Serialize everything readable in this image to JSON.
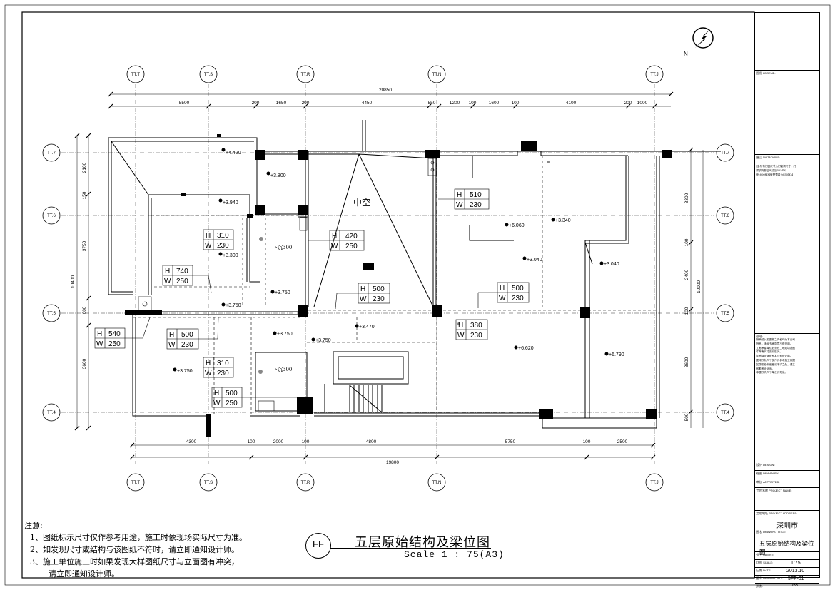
{
  "north_label": "N",
  "dimensions": {
    "top_total": "20850",
    "top_segments": [
      "5500",
      "200",
      "1650",
      "200",
      "4450",
      "550",
      "1200",
      "100",
      "1600",
      "100",
      "4100",
      "200",
      "1000"
    ],
    "bottom_total": "19800",
    "bottom_segments": [
      "4300",
      "100",
      "2000",
      "100",
      "4800",
      "5750",
      "100",
      "2500"
    ],
    "left_total": "10400",
    "left_segments": [
      "2100",
      "150",
      "3750",
      "600",
      "3600"
    ],
    "right_total": "10000",
    "right_segments": [
      "3300",
      "100",
      "2400",
      "100",
      "3600",
      "500"
    ]
  },
  "axis_labels": {
    "top": [
      "TT.T",
      "TT.S",
      "TT.R",
      "TT.N",
      "TT.J"
    ],
    "bottom": [
      "TT.T",
      "TT.S",
      "TT.R",
      "TT.N",
      "TT.J"
    ],
    "left": [
      "TT.7",
      "TT.6",
      "TT.5",
      "TT.4"
    ],
    "right": [
      "TT.7",
      "TT.6",
      "TT.5",
      "TT.4"
    ]
  },
  "room_label": "中空",
  "beams": [
    {
      "h": "310",
      "w": "230"
    },
    {
      "h": "740",
      "w": "250"
    },
    {
      "h": "420",
      "w": "250"
    },
    {
      "h": "510",
      "w": "230"
    },
    {
      "h": "500",
      "w": "230"
    },
    {
      "h": "500",
      "w": "230"
    },
    {
      "h": "540",
      "w": "250"
    },
    {
      "h": "500",
      "w": "230"
    },
    {
      "h": "380",
      "w": "230"
    },
    {
      "h": "310",
      "w": "230"
    },
    {
      "h": "500",
      "w": "250"
    }
  ],
  "elevations": [
    "+4.420",
    "+3.800",
    "+3.940",
    "+3.300",
    "+3.750",
    "+3.750",
    "+3.750",
    "+3.750",
    "+3.470",
    "+3.750",
    "+6.060",
    "+3.340",
    "+3.040",
    "+3.040",
    "+6.620",
    "+6.790"
  ],
  "elevation_prefix": "H",
  "width_prefix": "W",
  "drop_notes": [
    "下沉300",
    "下沉300"
  ],
  "notes": {
    "heading": "注意:",
    "items": [
      "1、图纸标示尺寸仅作参考用途，施工时依现场实际尺寸为准。",
      "2、如发现尺寸或结构与该图纸不符时，请立即通知设计师。",
      "3、施工单位施工时如果发现大样图纸尺寸与立面图有冲突，",
      "请立即通知设计师。"
    ]
  },
  "drawing": {
    "symbol": "FF",
    "title": "五层原始结构及梁位图",
    "scale": "Scale 1 : 75(A3)"
  },
  "title_block": {
    "legend_label": "图例 LEGEND:",
    "notes_label": "备注 NOTATIONS:",
    "notes_text": [
      "注:所有门窗尺寸为门窗洞尺寸。门",
      "洞实际预留每边加50MM。",
      "例:800MM就是预留为850MM"
    ],
    "remarks_label": "说明:",
    "remarks_text": [
      "所有设计及图样之产权均为本公司",
      "所有，未经书面同意不得采用。",
      "工程承建单位必须在工地现场对图",
      "中所有尺寸进行核对。",
      "如有疑问请联系本公司设计部。",
      "图中所标尺寸仅作为参考施工依据",
      "如发现任何偏差或不详之处，请立",
      "即联系设计师。",
      "本图所有尺寸单位为毫米。"
    ],
    "design_label": "设计 DESIGN:",
    "drawn_label": "绘图 DRAWN BY:",
    "checked_label": "审核 APPROVED:",
    "project_label": "工程名称 PROJECT NAME:",
    "address_label": "工程地址 PROJECT ADDRESS:",
    "address_value": "深圳市",
    "drawing_title_label": "图名 DRAWING TITLE:",
    "drawing_title_value": "五层原始结构及梁位图",
    "client_label": "业主 CLIENT:",
    "scale_label": "比例 SCALE:",
    "scale_value": "1:75",
    "date_label": "日期 DATE:",
    "date_value": "2013.10",
    "drawing_no_label": "图号 DRAWING NO:",
    "drawing_no_value": "5FF-01",
    "page_label": "页数:",
    "page_value": "056"
  }
}
